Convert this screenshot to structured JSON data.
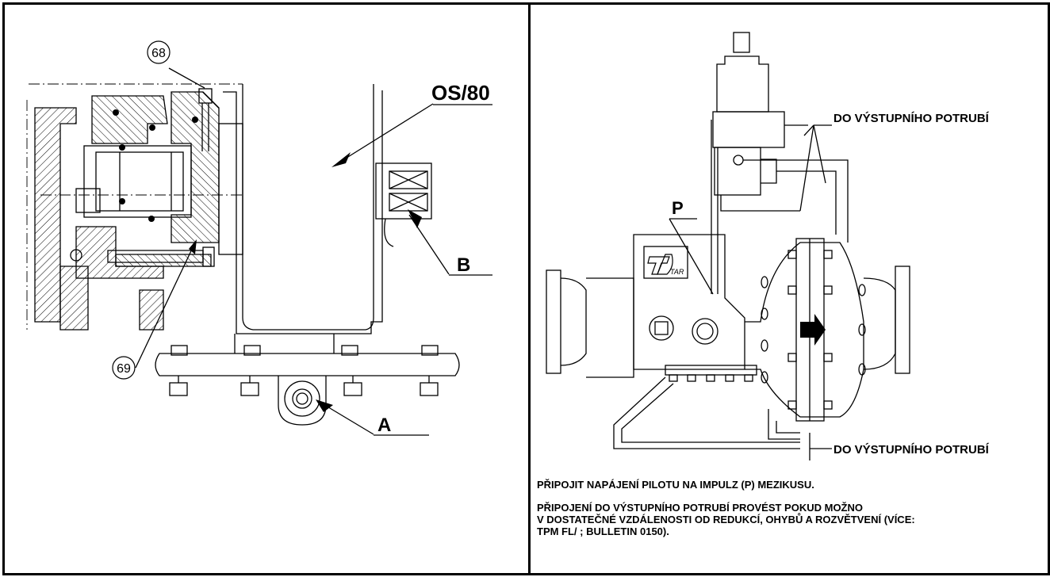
{
  "left_figure": {
    "callout_68": "68",
    "callout_69": "69",
    "label_os80": "OS/80",
    "label_b": "B",
    "label_a": "A"
  },
  "right_figure": {
    "label_top": "DO VÝSTUPNÍHO POTRUBÍ",
    "label_bottom": "DO VÝSTUPNÍHO POTRUBÍ",
    "label_p": "P",
    "logo_text": "TAR"
  },
  "notes": {
    "note1": "PŘIPOJIT NAPÁJENÍ PILOTU NA IMPULZ (P) MEZIKUSU.",
    "note2_line1": "PŘIPOJENÍ DO VÝSTUPNÍHO POTRUBÍ PROVÉST POKUD MOŽNO",
    "note2_line2": "V DOSTATEČNÉ VZDÁLENOSTI OD REDUKCÍ, OHYBŮ A ROZVĚTVENÍ (VÍCE:",
    "note2_line3": "TPM FL/ ;  BULLETIN 0150)."
  }
}
